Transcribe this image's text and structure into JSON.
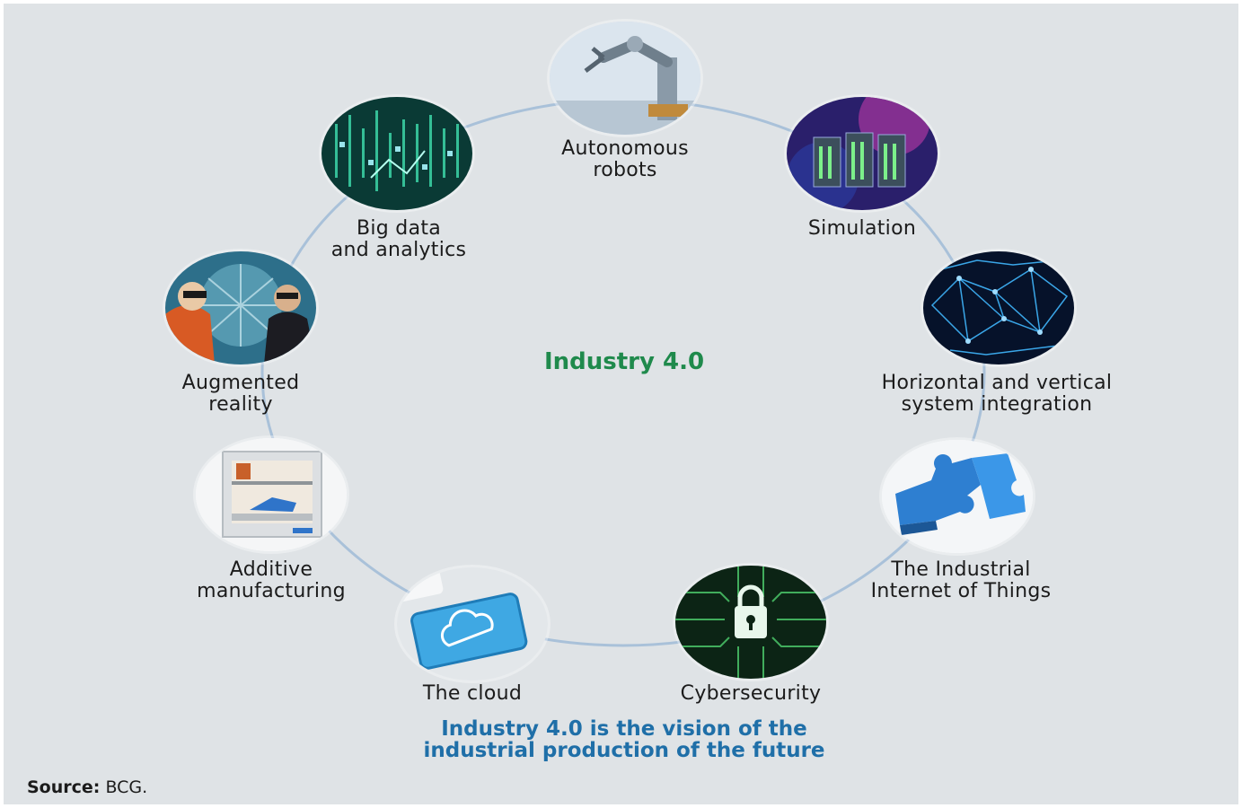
{
  "center_title": "Industry 4.0",
  "nodes": [
    {
      "id": "autonomous-robots",
      "line1": "Autonomous",
      "line2": "robots",
      "icon": "robot-arm-icon"
    },
    {
      "id": "simulation",
      "line1": "Simulation",
      "line2": "",
      "icon": "server-rack-icon"
    },
    {
      "id": "system-integration",
      "line1": "Horizontal and vertical",
      "line2": "system integration",
      "icon": "network-mesh-icon"
    },
    {
      "id": "industrial-iot",
      "line1": "The Industrial",
      "line2": "Internet of Things",
      "icon": "puzzle-piece-icon"
    },
    {
      "id": "cybersecurity",
      "line1": "Cybersecurity",
      "line2": "",
      "icon": "padlock-circuit-icon"
    },
    {
      "id": "cloud",
      "line1": "The cloud",
      "line2": "",
      "icon": "cloud-key-icon"
    },
    {
      "id": "additive-manufacturing",
      "line1": "Additive",
      "line2": "manufacturing",
      "icon": "3d-printer-icon"
    },
    {
      "id": "augmented-reality",
      "line1": "Augmented",
      "line2": "reality",
      "icon": "ar-headset-icon"
    },
    {
      "id": "big-data",
      "line1": "Big data",
      "line2": "and analytics",
      "icon": "data-matrix-icon"
    }
  ],
  "tagline": {
    "line1": "Industry 4.0 is the vision of the",
    "line2": "industrial production of the future"
  },
  "source": {
    "label": "Source:",
    "value": "BCG."
  },
  "colors": {
    "background": "#dfe3e6",
    "ring": "#a9c1d9",
    "title": "#1f8a4c",
    "tagline": "#1f6fa8"
  }
}
